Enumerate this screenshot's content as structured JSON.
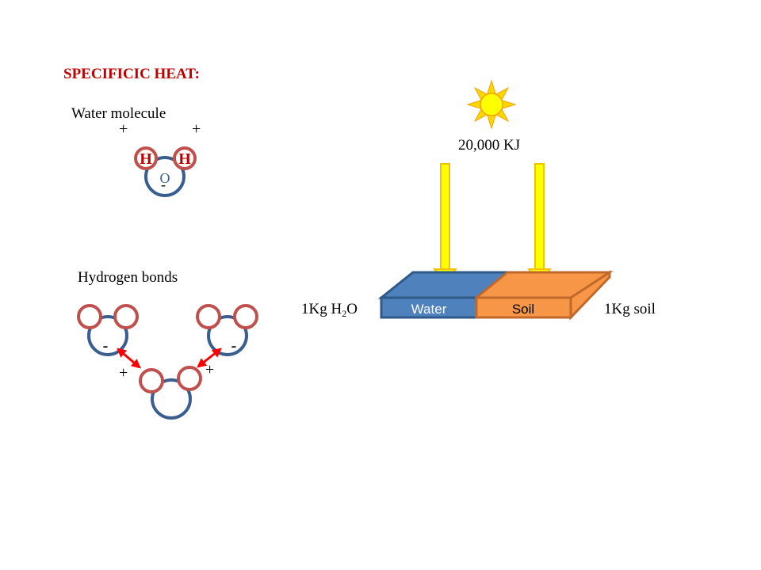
{
  "title": "SPECIFICIC HEAT:",
  "colors": {
    "title": "#C00000",
    "oxygen": "#3A5F8F",
    "hydrogen": "#C0504D",
    "water": "#4F81BD",
    "soil": "#F79646",
    "sun": "#FFD700",
    "bond": "#FF0000"
  },
  "molecule": {
    "label": "Water molecule",
    "plus_left": "+",
    "plus_right": "+",
    "h_left": "H",
    "h_right": "H",
    "o_label": "O",
    "minus": "-"
  },
  "bonds": {
    "label": "Hydrogen bonds",
    "minus_left": "-",
    "minus_right": "-",
    "plus_left": "+",
    "plus_right": "+"
  },
  "energy": {
    "label": "20,000 KJ",
    "icon": "sun-icon"
  },
  "container": {
    "water_label": "Water",
    "soil_label": "Soil",
    "left_prefix": "1Kg H",
    "left_sub": "2",
    "left_suffix": "O",
    "right_label": "1Kg soil"
  }
}
